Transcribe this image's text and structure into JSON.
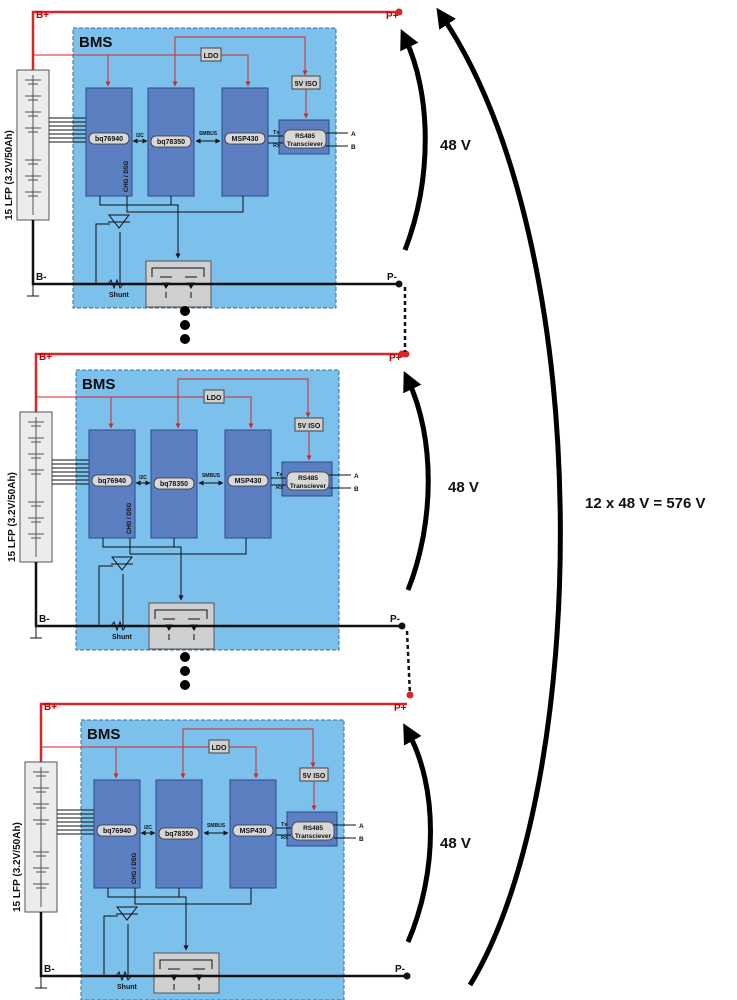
{
  "colors": {
    "bms_fill": "#7cc0ec",
    "bms_border": "#3a6f95",
    "chip_fill": "#5b7fc1",
    "chip_border": "#2b4a87",
    "pos_line": "#d62728",
    "neg_line": "#111111",
    "fet_fill": "#cfcfcf",
    "label_red": "#c00000"
  },
  "modules": [
    {
      "bms_label": "BMS",
      "pack_label": "15 LFP (3.2V/50Ah)",
      "b_plus": "B+",
      "b_minus": "B-",
      "p_plus": "P+",
      "p_minus": "P-",
      "ldo": "LDO",
      "iso": "5V ISO",
      "chip_afe": "bq76940",
      "chip_gauge": "bq78350",
      "chip_mcu": "MSP430",
      "rs485_line1": "RS485",
      "rs485_line2": "Transciever",
      "i2c": "I2C",
      "smbus": "SMBUS",
      "tx": "Tx",
      "rx": "Rx",
      "out_a": "A",
      "out_b": "B",
      "chg_dsg": "CHG / DSG",
      "shunt": "Shunt",
      "voltage": "48 V"
    },
    {
      "bms_label": "BMS",
      "pack_label": "15 LFP (3.2V/50Ah)",
      "b_plus": "B+",
      "b_minus": "B-",
      "p_plus": "P+",
      "p_minus": "P-",
      "ldo": "LDO",
      "iso": "5V ISO",
      "chip_afe": "bq76940",
      "chip_gauge": "bq78350",
      "chip_mcu": "MSP430",
      "rs485_line1": "RS485",
      "rs485_line2": "Transciever",
      "i2c": "I2C",
      "smbus": "SMBUS",
      "tx": "Tx",
      "rx": "Rx",
      "out_a": "A",
      "out_b": "B",
      "chg_dsg": "CHG / DSG",
      "shunt": "Shunt",
      "voltage": "48 V"
    },
    {
      "bms_label": "BMS",
      "pack_label": "15 LFP (3.2V/50Ah)",
      "b_plus": "B+",
      "b_minus": "B-",
      "p_plus": "P+",
      "p_minus": "P-",
      "ldo": "LDO",
      "iso": "5V ISO",
      "chip_afe": "bq76940",
      "chip_gauge": "bq78350",
      "chip_mcu": "MSP430",
      "rs485_line1": "RS485",
      "rs485_line2": "Transciever",
      "i2c": "I2C",
      "smbus": "SMBUS",
      "tx": "Tx",
      "rx": "Rx",
      "out_a": "A",
      "out_b": "B",
      "chg_dsg": "CHG / DSG",
      "shunt": "Shunt",
      "voltage": "48 V"
    }
  ],
  "total_voltage": "12 x 48 V = 576 V"
}
